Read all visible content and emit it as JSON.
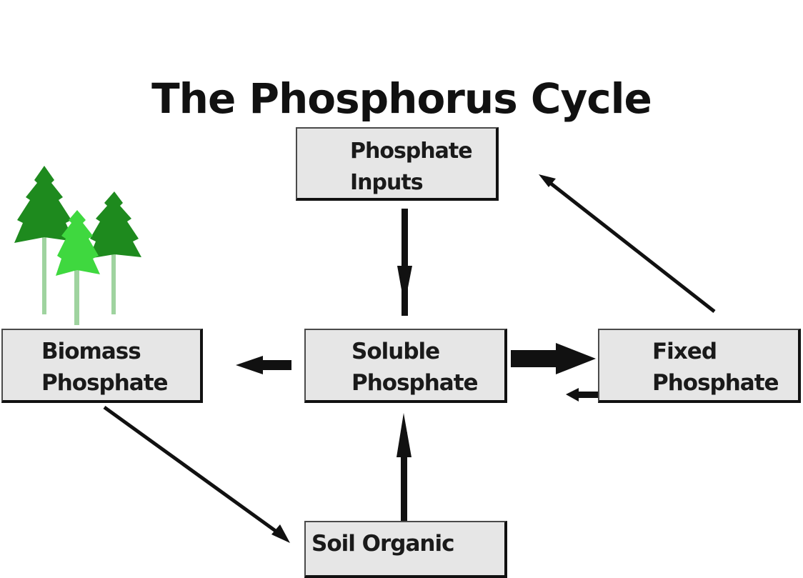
{
  "diagram": {
    "title": "The Phosphorus Cycle",
    "boxes": {
      "inputs": {
        "line1": "Phosphate",
        "line2": "Inputs"
      },
      "soluble": {
        "line1": "Soluble",
        "line2": "Phosphate"
      },
      "biomass": {
        "line1": "Biomass",
        "line2": "Phosphate"
      },
      "fixed": {
        "line1": "Fixed",
        "line2": "Phosphate"
      },
      "soil": {
        "line1": "Soil Organic"
      }
    },
    "arrows": [
      {
        "from": "Phosphate Inputs",
        "to": "Soluble Phosphate"
      },
      {
        "from": "Soluble Phosphate",
        "to": "Biomass Phosphate"
      },
      {
        "from": "Soluble Phosphate",
        "to": "Fixed Phosphate"
      },
      {
        "from": "Fixed Phosphate",
        "to": "Soluble Phosphate"
      },
      {
        "from": "Fixed Phosphate",
        "to": "Phosphate Inputs"
      },
      {
        "from": "Biomass Phosphate",
        "to": "Soil Organic"
      },
      {
        "from": "Soil Organic",
        "to": "Soluble Phosphate"
      }
    ],
    "colors": {
      "box_fill": "#e6e6e6",
      "text": "#111111",
      "tree_dark": "#1f8a1f",
      "tree_light": "#3fd43f",
      "trunk": "#8fc98f"
    },
    "decorations": [
      "tree-icon",
      "tree-icon",
      "tree-icon"
    ]
  }
}
